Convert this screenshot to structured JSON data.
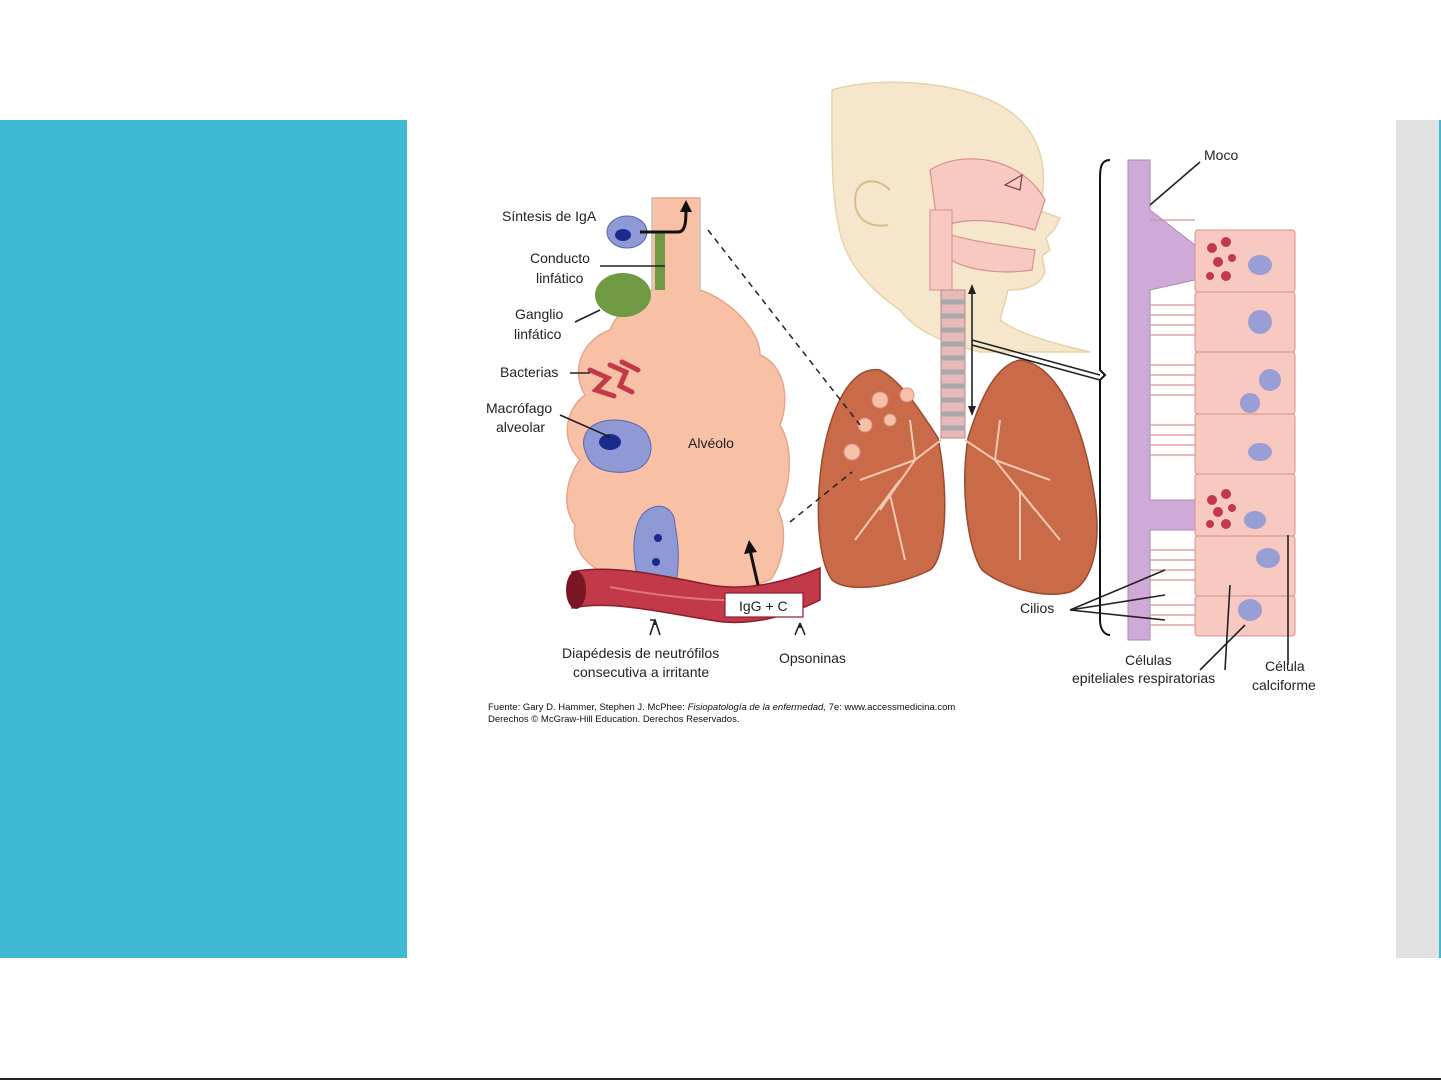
{
  "colors": {
    "left_panel": "#3fb8d3",
    "right_strip": "#e2e2e2",
    "right_edge": "#3fb8d3",
    "alveolus": "#f8c1a5",
    "lung": "#c96a48",
    "head": "#f6e7cc",
    "cells": "#f7c9c1",
    "mucus": "#cfaad9",
    "lymph_node": "#6f9a43",
    "macrophage": "#8e99d6",
    "vessel": "#c2394a"
  },
  "labels": {
    "iga": "Síntesis de IgA",
    "conducto_1": "Conducto",
    "conducto_2": "linfático",
    "ganglio_1": "Ganglio",
    "ganglio_2": "linfático",
    "bacterias": "Bacterias",
    "macrofago_1": "Macrófago",
    "macrofago_2": "alveolar",
    "alveolo": "Alvéolo",
    "igg": "IgG + C",
    "diapedesis_1": "Diapédesis de neutrófilos",
    "diapedesis_2": "consecutiva a irritante",
    "opsoninas": "Opsoninas",
    "moco": "Moco",
    "cilios": "Cilios",
    "celulas_1": "Células",
    "celulas_2": "epiteliales respiratorias",
    "caliciforme_1": "Célula",
    "caliciforme_2": "calciforme"
  },
  "source": {
    "line1_prefix": "Fuente: Gary D. Hammer, Stephen J. McPhee: ",
    "line1_title": "Fisiopatología de la enfermedad",
    "line1_suffix": ", 7e: www.accessmedicina.com",
    "line2": "Derechos © McGraw-Hill Education. Derechos Reservados."
  }
}
